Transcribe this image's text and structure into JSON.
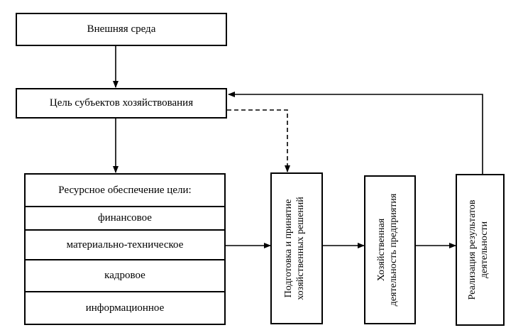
{
  "external_env": "Внешняя среда",
  "goal": "Цель субъектов хозяйствования",
  "resources": {
    "title": "Ресурсное обеспечение цели:",
    "items": [
      "финансовое",
      "материально-техническое",
      "кадровое",
      "информационное"
    ]
  },
  "decision": [
    "Подготовка и принятие",
    "хозяйственных решений"
  ],
  "activity": [
    "Хозяйственная",
    "деятельность предприятия"
  ],
  "results": [
    "Реализация результатов",
    "деятельности"
  ]
}
